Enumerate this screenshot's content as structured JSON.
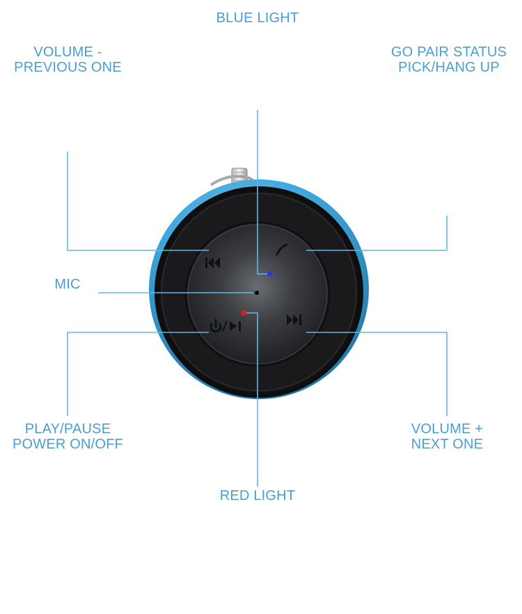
{
  "colors": {
    "label": "#4a9ed0",
    "leader_line": "#62b8e6",
    "shell": "#3fa7dc",
    "face": "#2b2b2e",
    "blue_led": "#2140d0",
    "red_led": "#d42020"
  },
  "labels": {
    "blue_light": "BLUE LIGHT",
    "volume_minus": {
      "line1": "VOLUME -",
      "line2": "PREVIOUS ONE"
    },
    "pair_status": {
      "line1": "GO PAIR STATUS",
      "line2": "PICK/HANG UP"
    },
    "mic": "MIC",
    "play_pause": {
      "line1": "PLAY/PAUSE",
      "line2": "POWER ON/OFF"
    },
    "volume_plus": {
      "line1": "VOLUME +",
      "line2": "NEXT ONE"
    },
    "red_light": "RED LIGHT"
  },
  "icons": {
    "previous": "previous-track-icon",
    "next": "next-track-icon",
    "phone": "phone-handset-icon",
    "power_play": "power-play-pause-icon"
  }
}
